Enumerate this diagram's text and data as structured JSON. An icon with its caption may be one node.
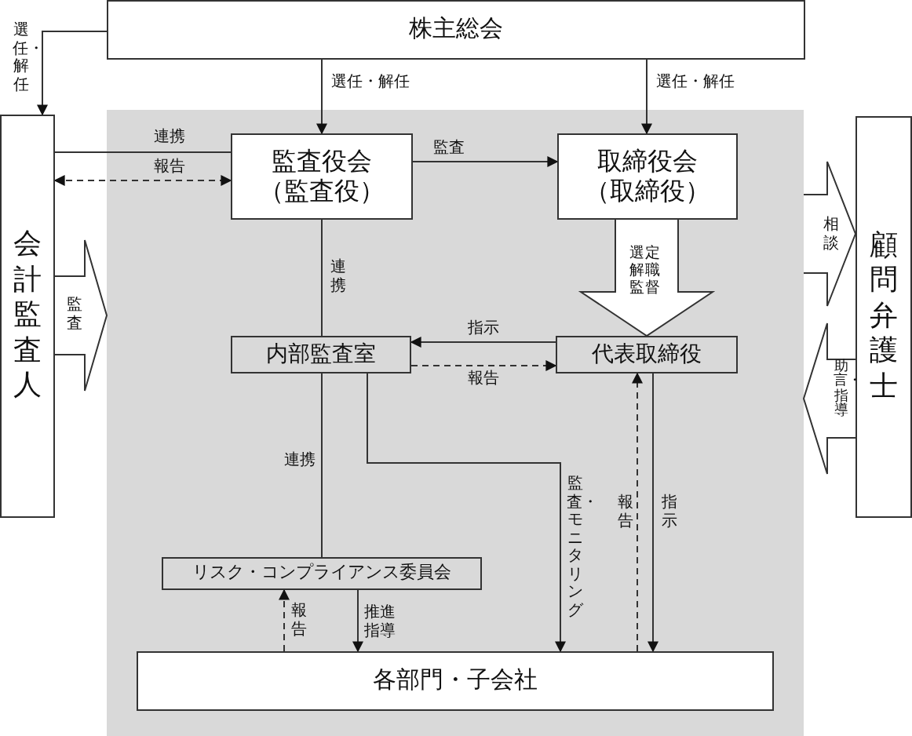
{
  "diagram": {
    "nodes": [
      {
        "text": [
          "株主総会"
        ]
      },
      {
        "text": [
          "会計監査人"
        ]
      },
      {
        "text": [
          "監査役会",
          "（監査役）"
        ]
      },
      {
        "text": [
          "取締役会",
          "（取締役）"
        ]
      },
      {
        "text": [
          "内部監査室"
        ]
      },
      {
        "text": [
          "代表取締役"
        ]
      },
      {
        "text": [
          "リスク・コンプライアンス委員会"
        ]
      },
      {
        "text": [
          "各部門・子会社"
        ]
      },
      {
        "text": [
          "顧問弁護士"
        ]
      }
    ],
    "edges": [
      {
        "from": 0,
        "to": 1,
        "arrow": "to",
        "label": "選任・解任"
      },
      {
        "from": 0,
        "to": 2,
        "arrow": "to",
        "label": "選任・解任"
      },
      {
        "from": 0,
        "to": 3,
        "arrow": "to",
        "label": "選任・解任"
      },
      {
        "from": 1,
        "to": 2,
        "arrow": "none",
        "label": "連携"
      },
      {
        "from": 1,
        "to": 2,
        "arrow": "both",
        "label": "報告",
        "style": "dashed"
      },
      {
        "from": 1,
        "to": null,
        "arrow": "to",
        "label": "監査",
        "style": "thick"
      },
      {
        "from": 2,
        "to": 3,
        "arrow": "to",
        "label": "監査"
      },
      {
        "from": 2,
        "to": 4,
        "arrow": "none",
        "label": "連携"
      },
      {
        "from": 3,
        "to": 5,
        "arrow": "to",
        "label": "選定解職監督",
        "style": "thick"
      },
      {
        "from": 5,
        "to": 4,
        "arrow": "to",
        "label": "指示"
      },
      {
        "from": 4,
        "to": 5,
        "arrow": "to",
        "label": "報告",
        "style": "dashed"
      },
      {
        "from": 4,
        "to": 6,
        "arrow": "none",
        "label": "連携"
      },
      {
        "from": 4,
        "to": 7,
        "arrow": "to",
        "label": "監査・モニタリング"
      },
      {
        "from": 7,
        "to": 5,
        "arrow": "to",
        "label": "報告",
        "style": "dashed"
      },
      {
        "from": 5,
        "to": 7,
        "arrow": "to",
        "label": "指示"
      },
      {
        "from": 6,
        "to": 7,
        "arrow": "to",
        "label": "推進指導"
      },
      {
        "from": 7,
        "to": 6,
        "arrow": "to",
        "label": "報告",
        "style": "dashed"
      },
      {
        "from": null,
        "to": 8,
        "arrow": "to",
        "label": "相談",
        "style": "thick"
      },
      {
        "from": 8,
        "to": null,
        "arrow": "to",
        "label": "助言・指導",
        "style": "thick"
      }
    ]
  }
}
